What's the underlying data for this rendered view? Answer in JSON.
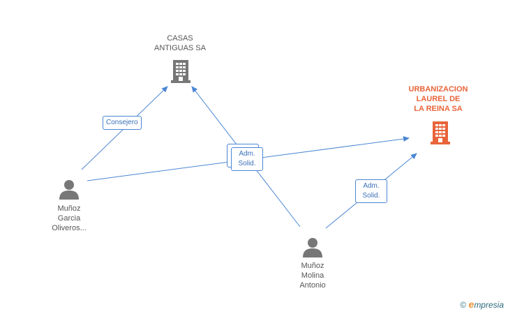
{
  "nodes": {
    "casas": {
      "label": "CASAS\nANTIGUAS SA",
      "icon": "building-icon"
    },
    "urbanizacion": {
      "label": "URBANIZACION\nLAUREL DE\nLA REINA SA",
      "icon": "building-icon"
    },
    "garcia": {
      "label": "Muñoz\nGarcia\nOliveros...",
      "icon": "person-icon"
    },
    "molina": {
      "label": "Muñoz\nMolina\nAntonio",
      "icon": "person-icon"
    }
  },
  "edges": {
    "consejero": "Consejero",
    "adm_solid_center": "Adm.\nSolid.",
    "adm_solid_right": "Adm.\nSolid."
  },
  "colors": {
    "edge": "#4a86d4",
    "company": "#777777",
    "focus_company": "#e8643a",
    "person": "#777777"
  },
  "footer": {
    "copyright": "©",
    "brand_e": "e",
    "brand_rest": "mpresia"
  }
}
